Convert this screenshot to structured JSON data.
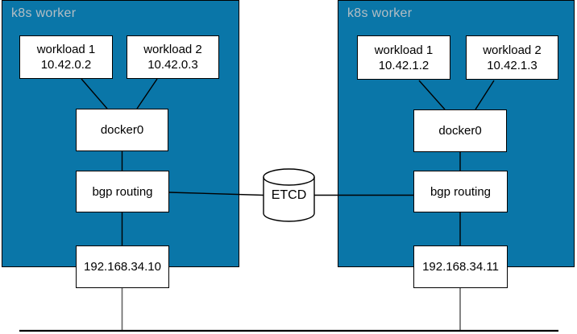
{
  "workers": [
    {
      "label": "k8s worker",
      "workloads": [
        {
          "name": "workload 1",
          "ip": "10.42.0.2"
        },
        {
          "name": "workload 2",
          "ip": "10.42.0.3"
        }
      ],
      "bridge_label": "docker0",
      "routing_label": "bgp routing",
      "host_ip": "192.168.34.10"
    },
    {
      "label": "k8s worker",
      "workloads": [
        {
          "name": "workload 1",
          "ip": "10.42.1.2"
        },
        {
          "name": "workload 2",
          "ip": "10.42.1.3"
        }
      ],
      "bridge_label": "docker0",
      "routing_label": "bgp routing",
      "host_ip": "192.168.34.11"
    }
  ],
  "etcd": {
    "label": "ETCD"
  },
  "colors": {
    "worker_fill": "#0a76a8",
    "worker_border": "#000000",
    "worker_label_text": "#b4bec4",
    "node_fill": "#ffffff",
    "node_border": "#000000",
    "node_text": "#000000",
    "connector": "#000000",
    "bus": "#000000",
    "host_link": "#666666"
  }
}
